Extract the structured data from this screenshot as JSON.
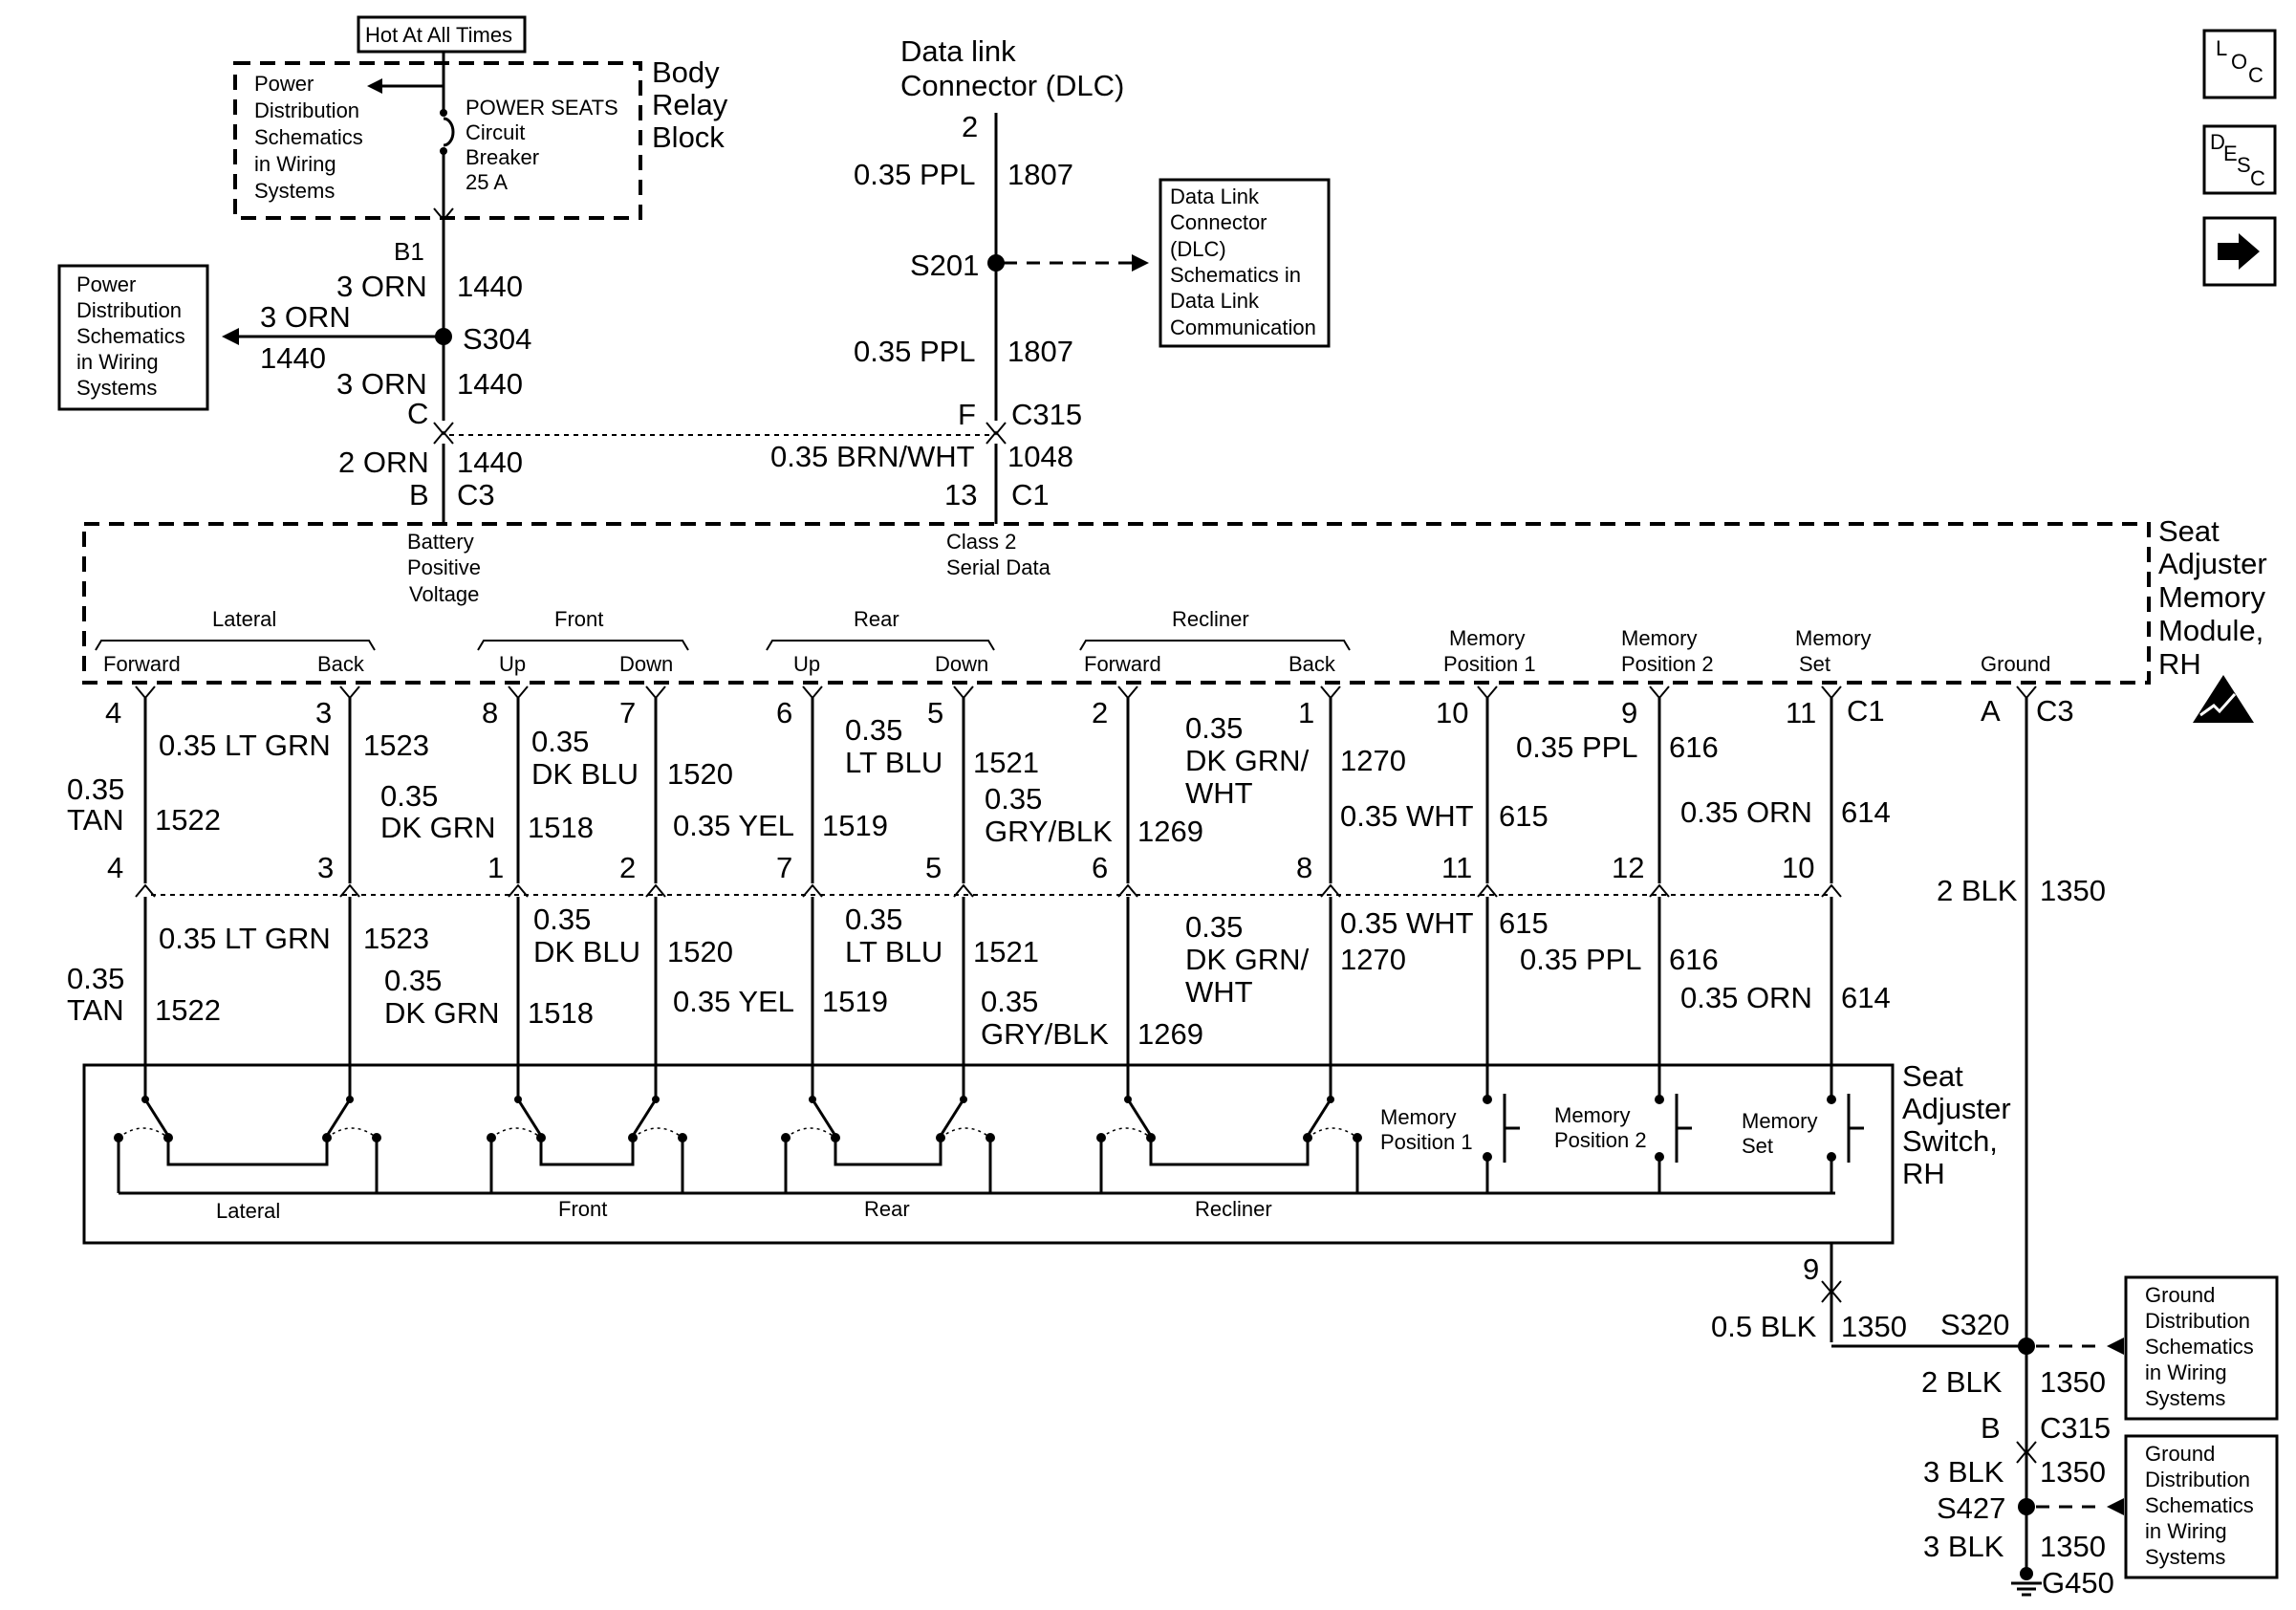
{
  "top_left": {
    "hot_label": "Hot At All Times",
    "relay_block": [
      "Body",
      "Relay",
      "Block"
    ],
    "pd_ref_1": [
      "Power",
      "Distribution",
      "Schematics",
      "in Wiring",
      "Systems"
    ],
    "breaker": [
      "POWER SEATS",
      "Circuit",
      "Breaker",
      "25 A"
    ],
    "pin_b1": "B1",
    "w1_gauge": "3 ORN",
    "w1_circuit": "1440",
    "splice_s304": "S304",
    "branch_gauge": "3 ORN",
    "branch_circuit": "1440",
    "pd_ref_2": [
      "Power",
      "Distribution",
      "Schematics",
      "in Wiring",
      "Systems"
    ],
    "w2_gauge": "3 ORN",
    "w2_circuit": "1440",
    "pin_c": "C",
    "w3_gauge": "2 ORN",
    "w3_circuit": "1440",
    "pin_b": "B",
    "conn_c3": "C3"
  },
  "dlc": {
    "title": [
      "Data link",
      "Connector (DLC)"
    ],
    "pin_2": "2",
    "w1_gauge": "0.35 PPL",
    "w1_circuit": "1807",
    "splice_s201": "S201",
    "ref": [
      "Data Link",
      "Connector",
      "(DLC)",
      "Schematics in",
      "Data Link",
      "Communication"
    ],
    "w2_gauge": "0.35 PPL",
    "w2_circuit": "1807",
    "pin_f": "F",
    "conn_c315": "C315",
    "w3_gauge": "0.35 BRN/WHT",
    "w3_circuit": "1048",
    "pin_13": "13",
    "conn_c1": "C1"
  },
  "module": {
    "name": [
      "Seat",
      "Adjuster",
      "Memory",
      "Module,",
      "RH"
    ],
    "battery": [
      "Battery",
      "Positive",
      "Voltage"
    ],
    "class2": [
      "Class 2",
      "Serial Data"
    ],
    "groups": [
      {
        "title": "Lateral",
        "a": "Forward",
        "b": "Back"
      },
      {
        "title": "Front",
        "a": "Up",
        "b": "Down"
      },
      {
        "title": "Rear",
        "a": "Up",
        "b": "Down"
      },
      {
        "title": "Recliner",
        "a": "Forward",
        "b": "Back"
      }
    ],
    "mem1": [
      "Memory",
      "Position 1"
    ],
    "mem2": [
      "Memory",
      "Position 2"
    ],
    "memset": [
      "Memory",
      "Set"
    ],
    "ground": "Ground",
    "conn_c1": "C1",
    "pin_a": "A",
    "conn_c3": "C3"
  },
  "upper_wires": {
    "module_pins": [
      "4",
      "3",
      "8",
      "7",
      "6",
      "5",
      "2",
      "1",
      "10",
      "9",
      "11"
    ],
    "connector_pins": [
      "4",
      "3",
      "1",
      "2",
      "7",
      "5",
      "6",
      "8",
      "11",
      "12",
      "10"
    ],
    "w1": {
      "gauge": "0.35 TAN",
      "circuit": "1522"
    },
    "w2": {
      "gauge": "0.35 LT GRN",
      "circuit": "1523"
    },
    "w3": {
      "gauge": "0.35 DK GRN",
      "circuit": "1518"
    },
    "w4": {
      "gauge": "0.35 DK BLU",
      "circuit": "1520"
    },
    "w5": {
      "gauge": "0.35 YEL",
      "circuit": "1519"
    },
    "w6": {
      "gauge": "0.35 LT BLU",
      "circuit": "1521"
    },
    "w7": {
      "gauge": "0.35 GRY/BLK",
      "circuit": "1269"
    },
    "w8": {
      "gauge": "0.35 DK GRN/ WHT",
      "circuit": "1270"
    },
    "w9": {
      "gauge": "0.35 WHT",
      "circuit": "615"
    },
    "w10": {
      "gauge": "0.35 PPL",
      "circuit": "616"
    },
    "w11": {
      "gauge": "0.35 ORN",
      "circuit": "614"
    }
  },
  "ground_path": {
    "w1_gauge": "2 BLK",
    "w1_circuit": "1350",
    "pin_9": "9",
    "w2_gauge": "0.5 BLK",
    "w2_circuit": "1350",
    "splice_s320": "S320",
    "ref_1": [
      "Ground",
      "Distribution",
      "Schematics",
      "in Wiring",
      "Systems"
    ],
    "w3_gauge": "2 BLK",
    "w3_circuit": "1350",
    "pin_b": "B",
    "conn_c315": "C315",
    "w4_gauge": "3 BLK",
    "w4_circuit": "1350",
    "splice_s427": "S427",
    "ref_2": [
      "Ground",
      "Distribution",
      "Schematics",
      "in Wiring",
      "Systems"
    ],
    "w5_gauge": "3 BLK",
    "w5_circuit": "1350",
    "ground_g450": "G450"
  },
  "switch": {
    "name": [
      "Seat",
      "Adjuster",
      "Switch,",
      "RH"
    ],
    "lateral": "Lateral",
    "front": "Front",
    "rear": "Rear",
    "recliner": "Recliner",
    "mem1": [
      "Memory",
      "Position 1"
    ],
    "mem2": [
      "Memory",
      "Position 2"
    ],
    "memset": [
      "Memory",
      "Set"
    ]
  },
  "nav": {
    "loc_icon": "loc-icon",
    "desc_icon": "desc-icon",
    "next_icon": "arrow-right-icon"
  }
}
